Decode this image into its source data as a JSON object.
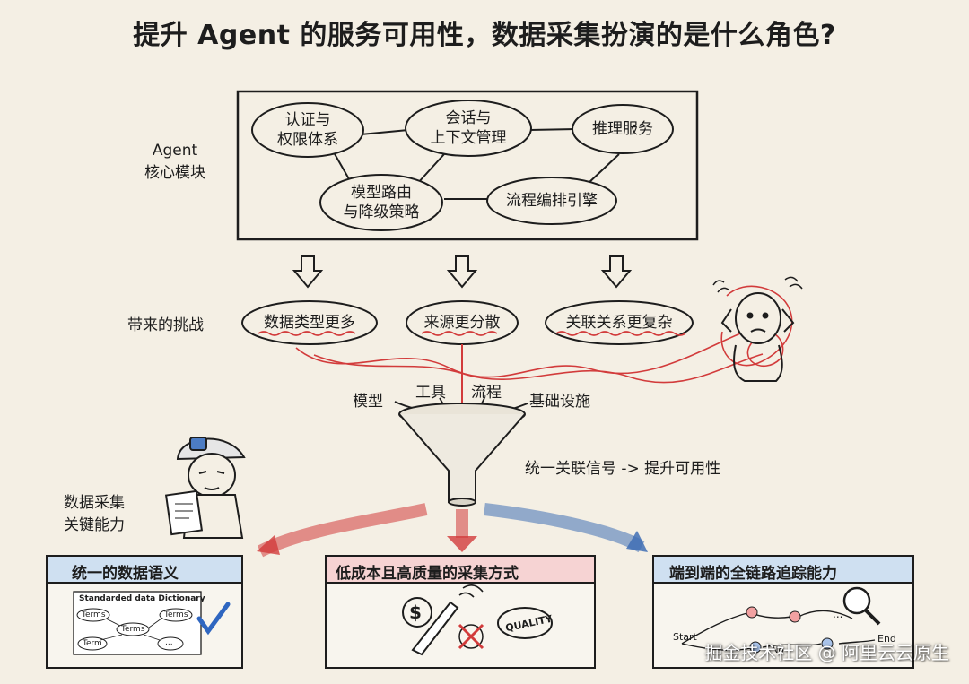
{
  "title": "提升 Agent 的服务可用性，数据采集扮演的是什么角色?",
  "core": {
    "label_line1": "Agent",
    "label_line2": "核心模块",
    "modules": {
      "auth": [
        "认证与",
        "权限体系"
      ],
      "session": [
        "会话与",
        "上下文管理"
      ],
      "inference": "推理服务",
      "routing": [
        "模型路由",
        "与降级策略"
      ],
      "workflow": "流程编排引擎"
    }
  },
  "challenges": {
    "label": "带来的挑战",
    "items": [
      "数据类型更多",
      "来源更分散",
      "关联关系更复杂"
    ]
  },
  "funnel": {
    "inputs": [
      "模型",
      "工具",
      "流程",
      "基础设施"
    ],
    "caption": "统一关联信号 -> 提升可用性"
  },
  "capability_label": [
    "数据采集",
    "关键能力"
  ],
  "panels": [
    {
      "title": "统一的数据语义",
      "dict_title": "Standarded data Dictionary",
      "terms": [
        "Terms",
        "Terms",
        "Terms",
        "Term",
        "..."
      ]
    },
    {
      "title": "低成本且高质量的采集方式",
      "stamp": "QUALITY"
    },
    {
      "title": "端到端的全链路追踪能力",
      "start": "Start",
      "end": "End",
      "no": "No",
      "dots": "..."
    }
  ],
  "colors": {
    "panel1_header": "#cfe0f1",
    "panel2_header": "#f6d3d3",
    "panel3_header": "#cfe0f1",
    "red": "#d23b3b",
    "blue": "#3f6fb5"
  },
  "watermark": "掘金技术社区 @ 阿里云云原生"
}
